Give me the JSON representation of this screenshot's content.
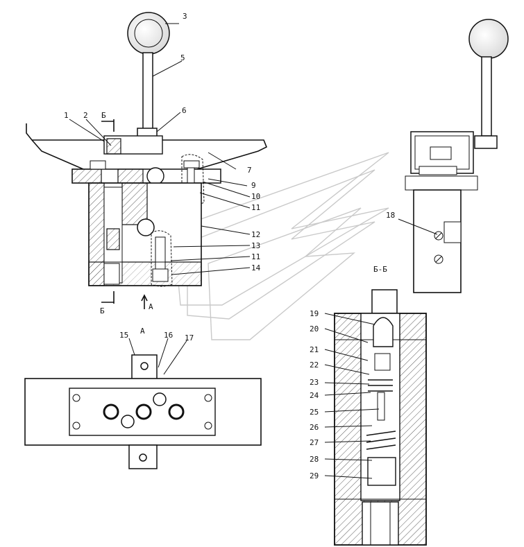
{
  "labels": {
    "l1": "1",
    "l2": "2",
    "l3": "3",
    "l5": "5",
    "l6": "6",
    "l7": "7",
    "l9": "9",
    "l10": "10",
    "l11a": "11",
    "l12": "12",
    "l13": "13",
    "l11b": "11",
    "l14": "14",
    "l15": "15",
    "l16": "16",
    "l17": "17",
    "l18": "18",
    "l19": "19",
    "l20": "20",
    "l21": "21",
    "l22": "22",
    "l23": "23",
    "l24": "24",
    "l25": "25",
    "l26": "26",
    "l27": "27",
    "l28": "28",
    "l29": "29"
  },
  "sections": {
    "b_top": "Б",
    "b_bottom": "Б",
    "a_arrow": "А",
    "view_a": "А",
    "section_bb": "Б-Б"
  }
}
